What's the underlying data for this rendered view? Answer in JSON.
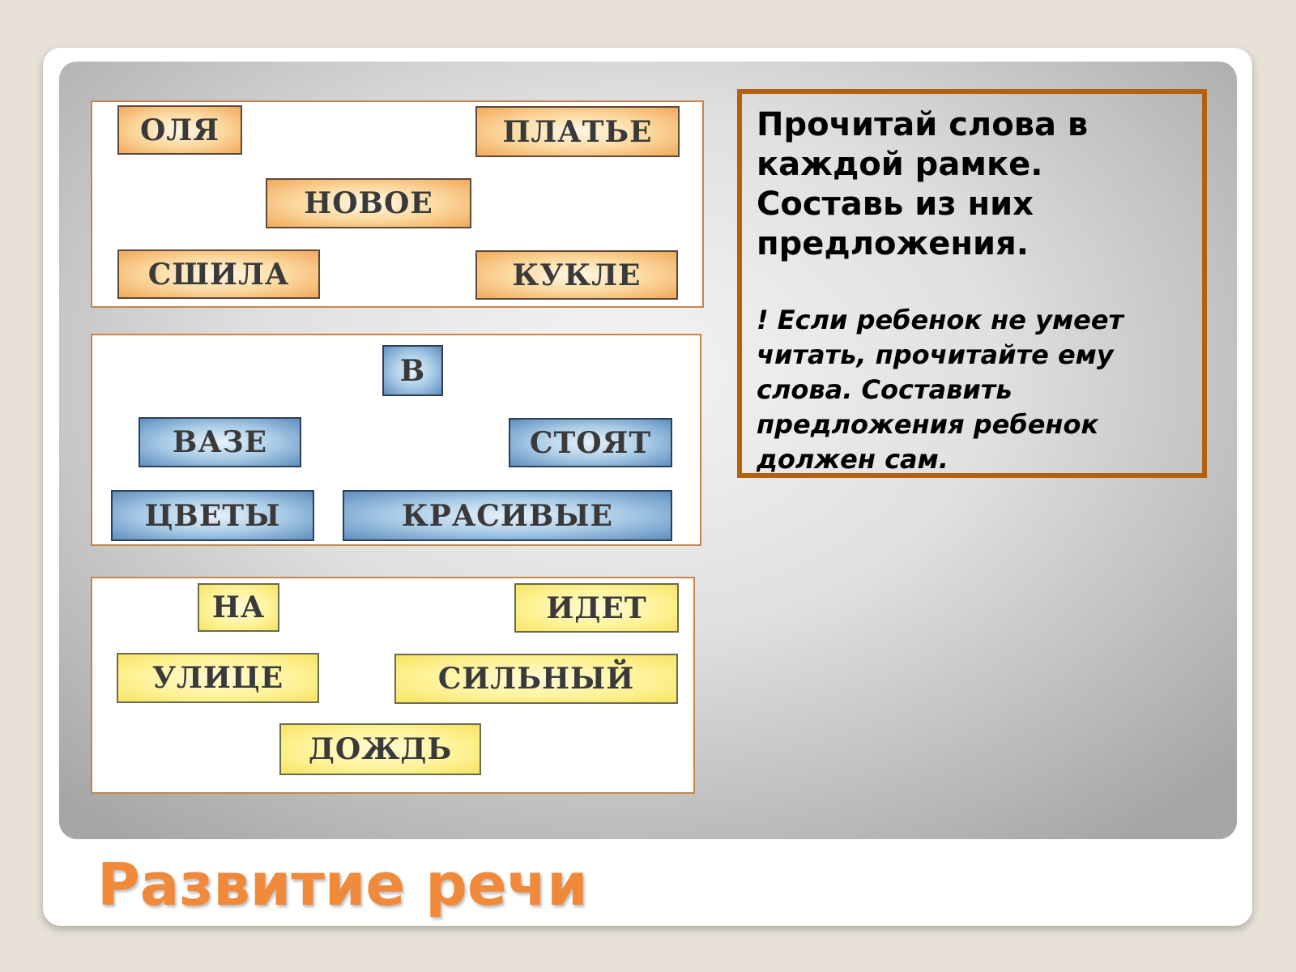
{
  "title": "Развитие речи",
  "instructions": {
    "main": "Прочитай слова в каждой рамке. Составь из них предложения.",
    "note": "! Если ребенок не умеет читать, прочитайте ему слова. Составить предложения ребенок должен сам."
  },
  "frames": [
    {
      "color": "#f2a95b",
      "words": [
        "ОЛЯ",
        "ПЛАТЬЕ",
        "НОВОЕ",
        "СШИЛА",
        "КУКЛЕ"
      ]
    },
    {
      "color": "#5e8fbf",
      "words": [
        "В",
        "ВАЗЕ",
        "СТОЯТ",
        "ЦВЕТЫ",
        "КРАСИВЫЕ"
      ]
    },
    {
      "color": "#f6e463",
      "words": [
        "НА",
        "ИДЕТ",
        "УЛИЦЕ",
        "СИЛЬНЫЙ",
        "ДОЖДЬ"
      ]
    }
  ]
}
